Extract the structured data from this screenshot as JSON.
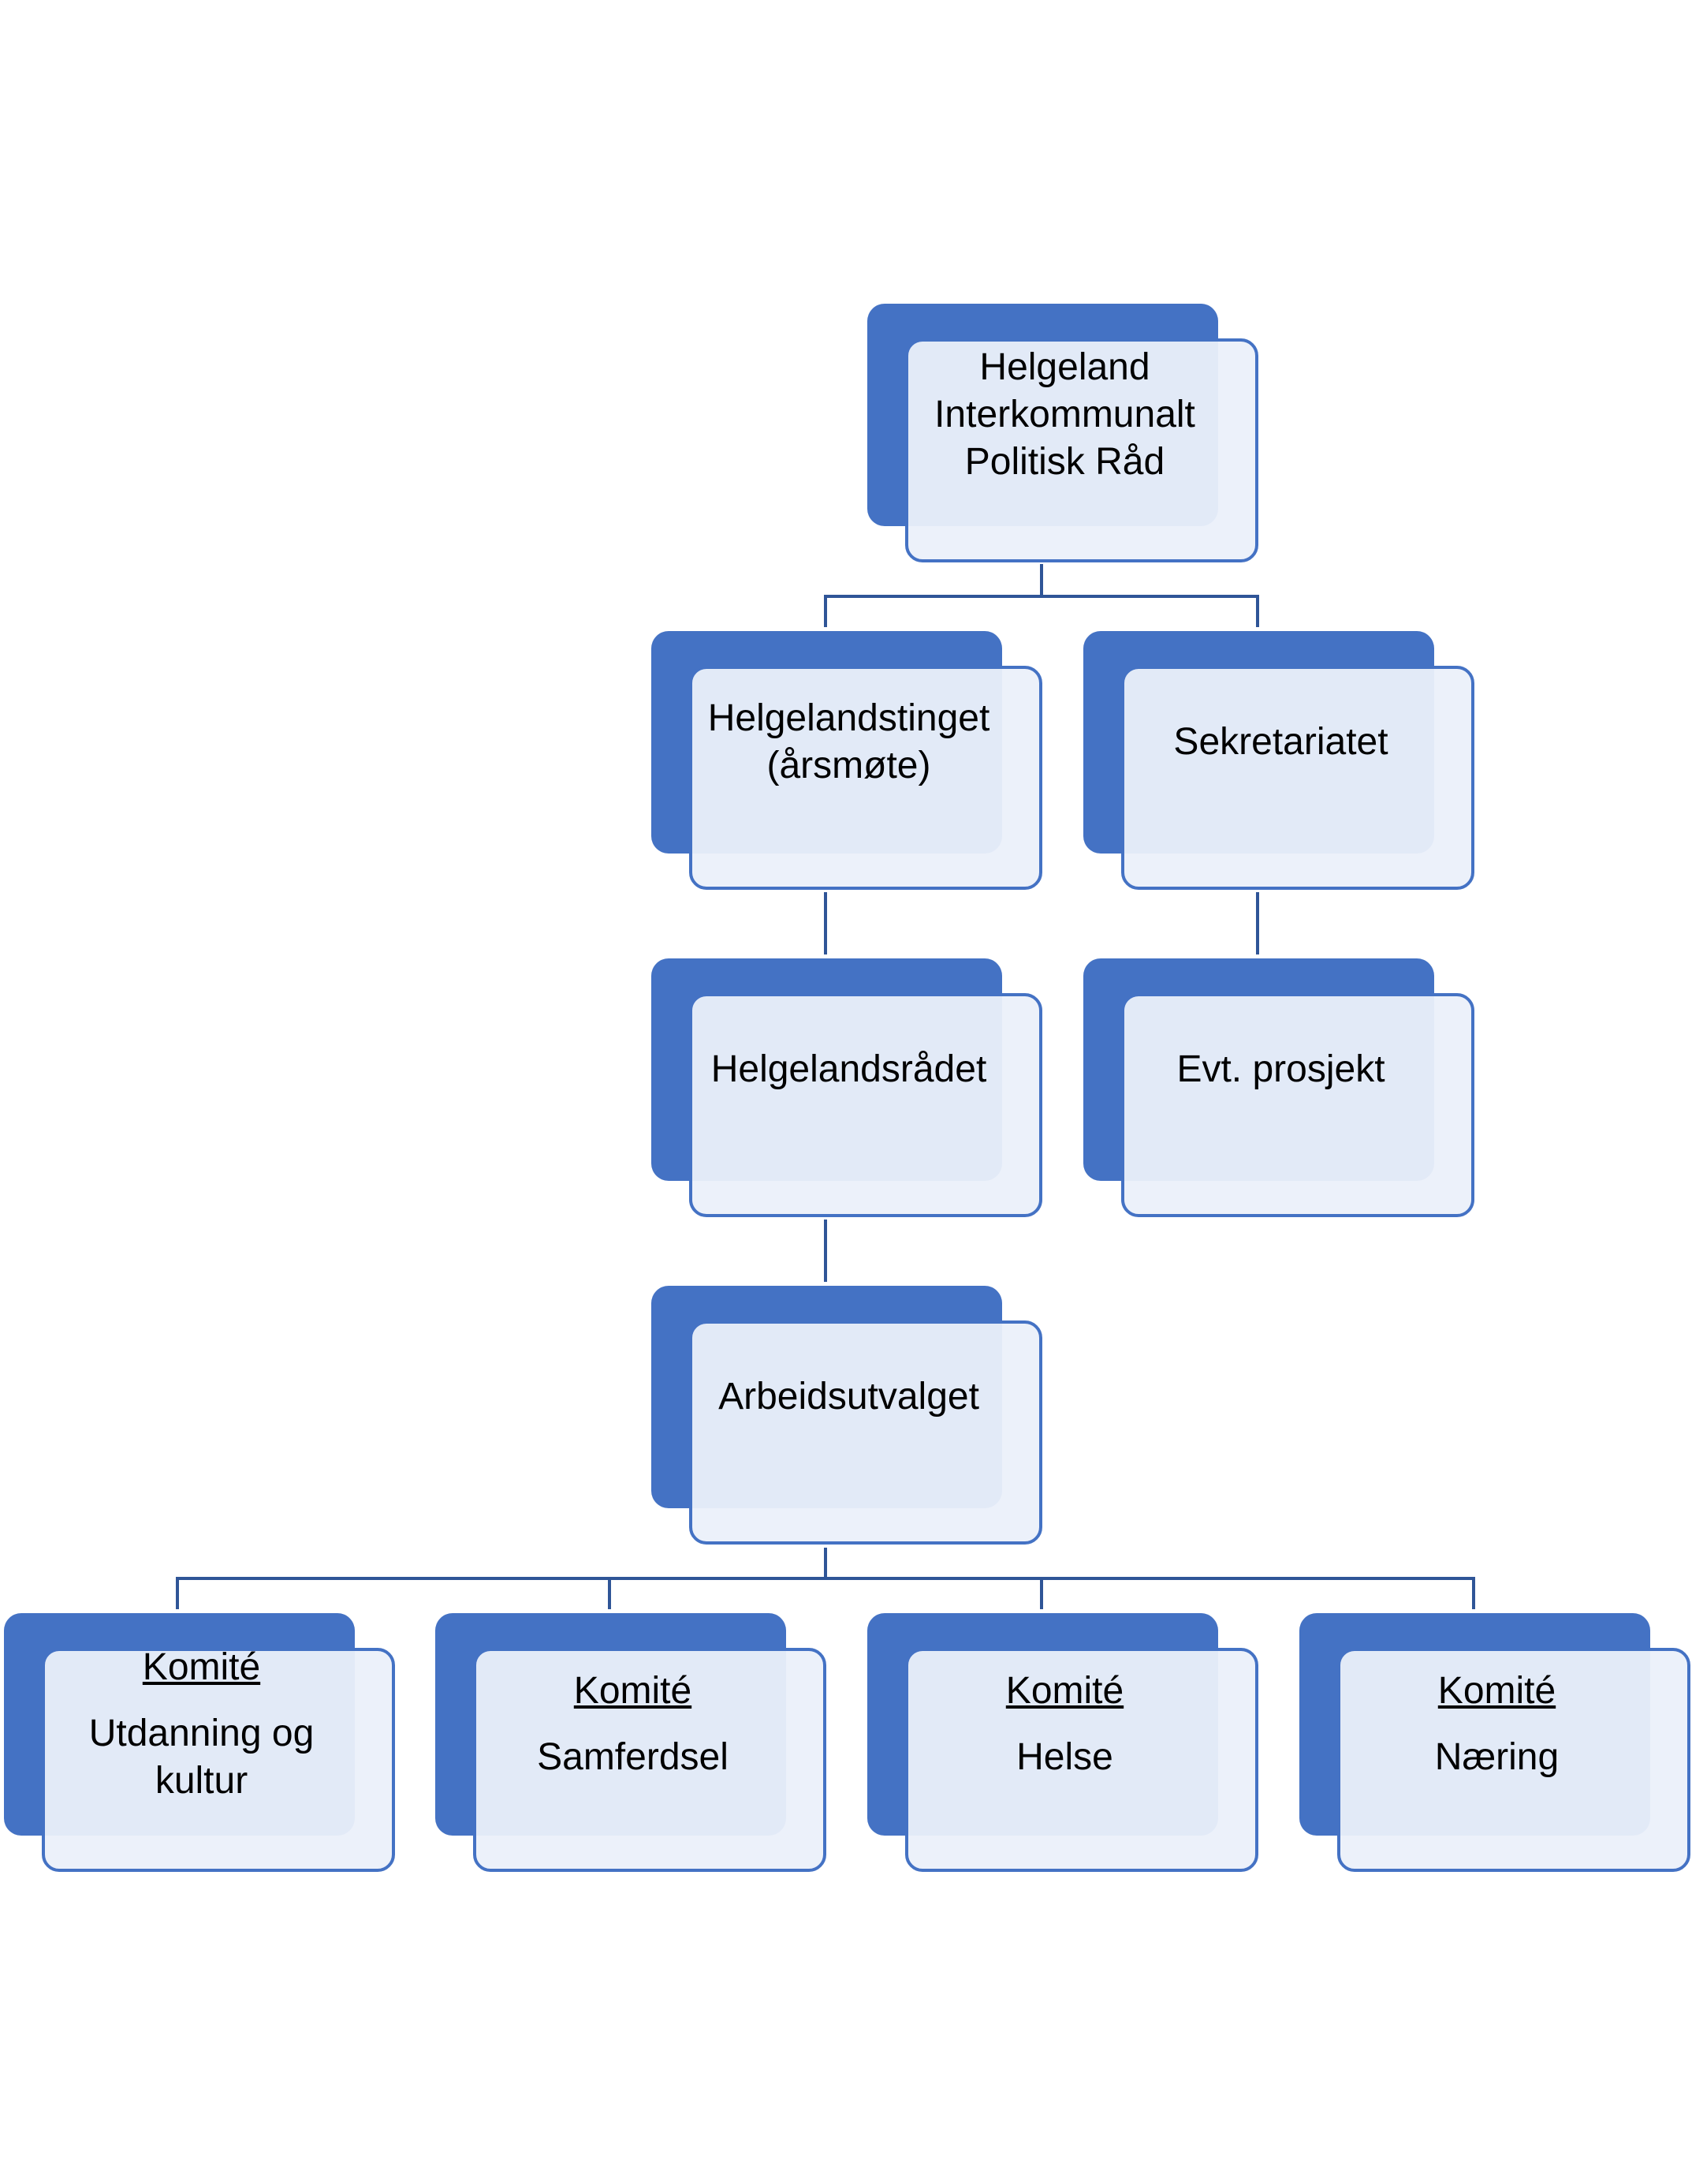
{
  "nodes": {
    "root": {
      "body": "Helgeland\nInterkommunalt\nPolitisk Råd"
    },
    "helgelandstinget": {
      "body": "Helgelandstinget\n(årsmøte)"
    },
    "sekretariatet": {
      "body": "Sekretariatet"
    },
    "helgelandsradet": {
      "body": "Helgelandsrådet"
    },
    "prosjekt": {
      "body": "Evt. prosjekt"
    },
    "arbeidsutvalget": {
      "body": "Arbeidsutvalget"
    },
    "komite_utdanning": {
      "head": "Komité",
      "body": "Utdanning og\nkultur"
    },
    "komite_samferdsel": {
      "head": "Komité",
      "body": "Samferdsel"
    },
    "komite_helse": {
      "head": "Komité",
      "body": "Helse"
    },
    "komite_naering": {
      "head": "Komité",
      "body": "Næring"
    }
  },
  "colors": {
    "accent": "#4472c4",
    "fill": "#ebf0fa",
    "line": "#2f5597"
  }
}
